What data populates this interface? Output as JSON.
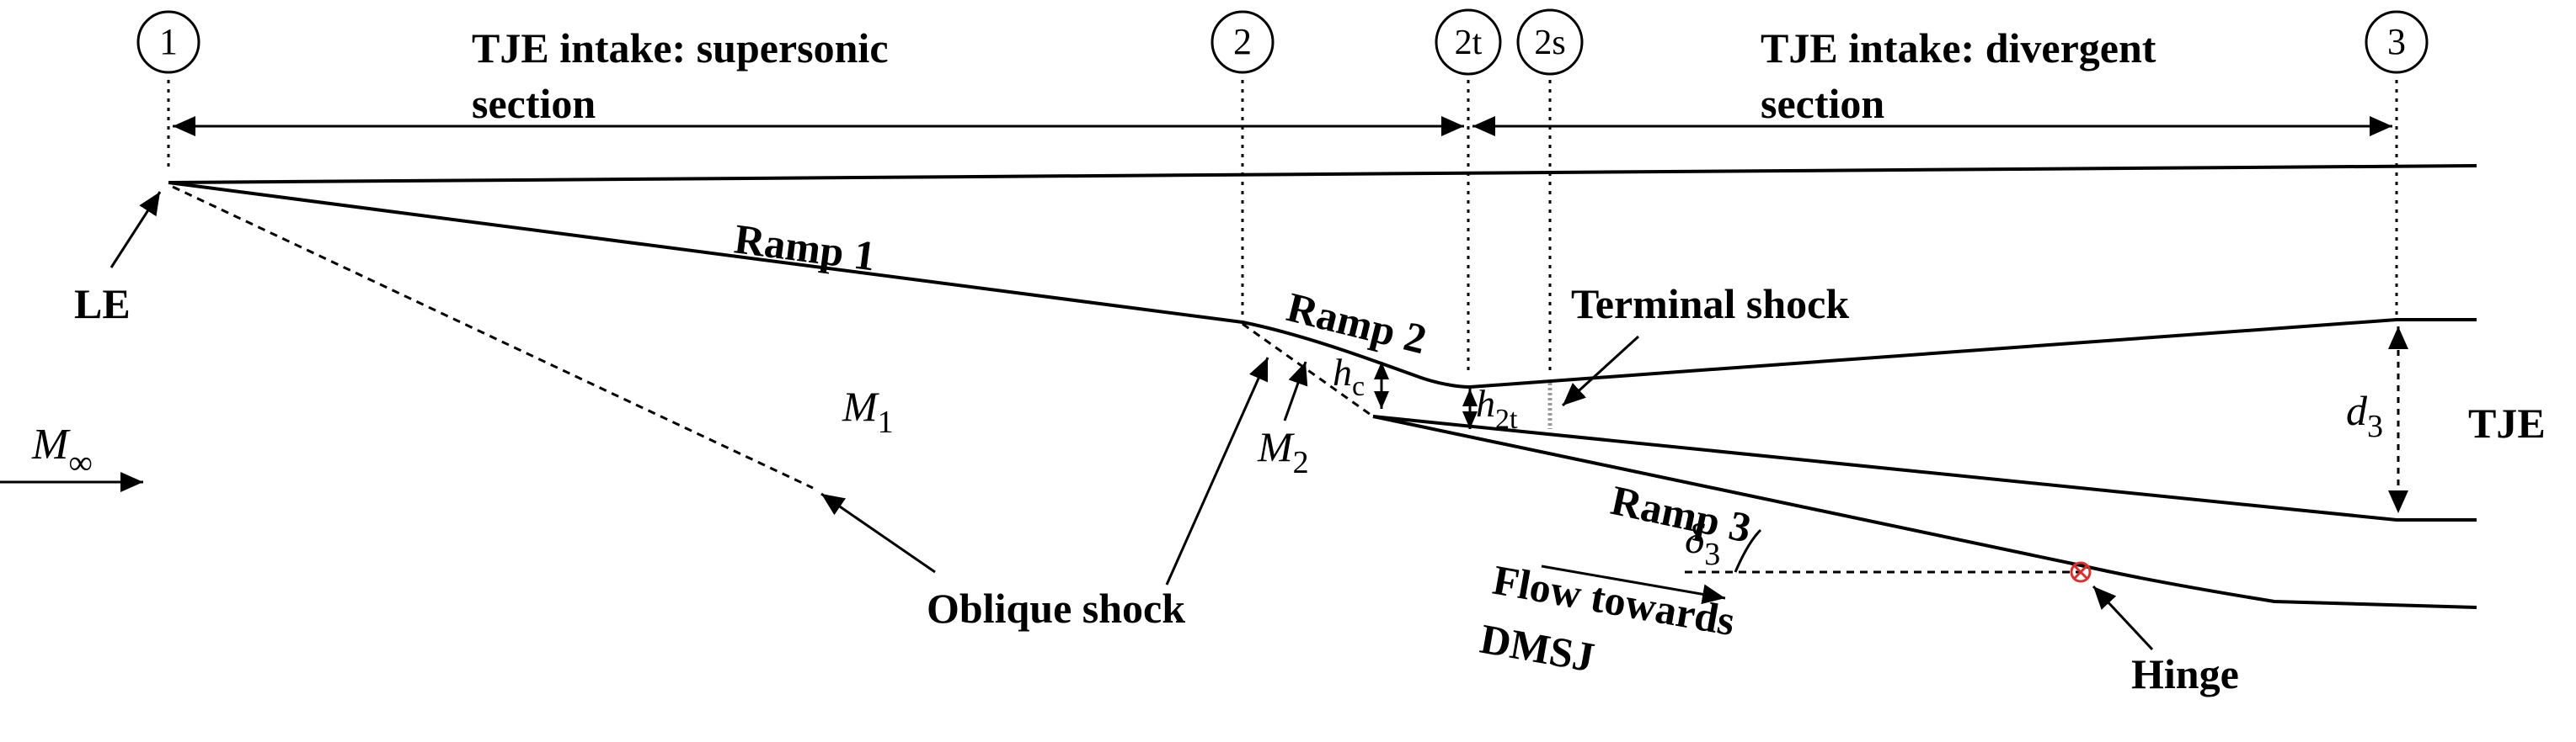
{
  "stations": {
    "s1": "1",
    "s2": "2",
    "s2t": "2t",
    "s2s": "2s",
    "s3": "3"
  },
  "sections": {
    "supersonic_line1": "TJE intake: supersonic",
    "supersonic_line2": "section",
    "divergent_line1": "TJE intake: divergent",
    "divergent_line2": "section"
  },
  "labels": {
    "ramp1": "Ramp 1",
    "ramp2": "Ramp 2",
    "ramp3": "Ramp 3",
    "le": "LE",
    "terminal_shock": "Terminal shock",
    "oblique_shock": "Oblique shock",
    "flow_line1": "Flow towards",
    "flow_line2": "DMSJ",
    "hinge": "Hinge",
    "tje": "TJE"
  },
  "symbols": {
    "m_inf": "M",
    "m_inf_sub": "∞",
    "m1": "M",
    "m1_sub": "1",
    "m2": "M",
    "m2_sub": "2",
    "hc": "h",
    "hc_sub": "c",
    "h2t": "h",
    "h2t_sub": "2t",
    "d3": "d",
    "d3_sub": "3",
    "delta3": "δ",
    "delta3_sub": "3"
  },
  "colors": {
    "line": "#000000",
    "hinge_marker": "#d9302c",
    "terminal_shock": "#9a9a9a"
  }
}
